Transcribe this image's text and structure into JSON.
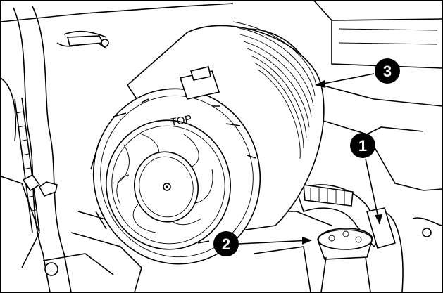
{
  "label_top": "TOP",
  "callouts": [
    {
      "id": "1"
    },
    {
      "id": "2"
    },
    {
      "id": "3"
    }
  ]
}
